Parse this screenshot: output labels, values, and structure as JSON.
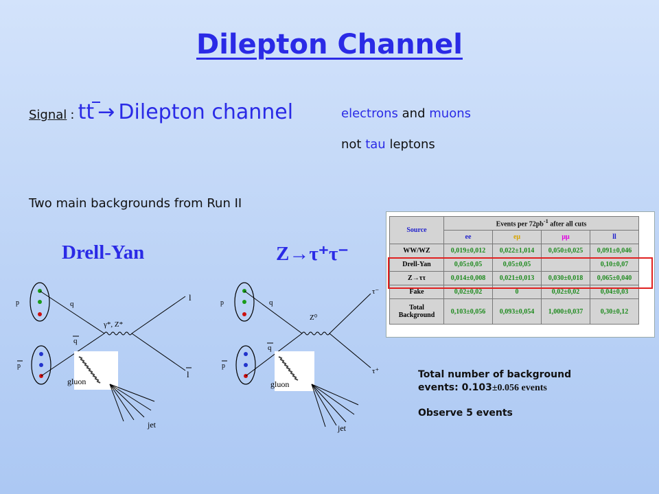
{
  "title": "Dilepton Channel",
  "signal": {
    "label": "Signal",
    "colon": ":",
    "tt": "tt",
    "arrow": "→",
    "channel": "Dilepton  channel"
  },
  "leptons": {
    "line1": {
      "word1": "electrons",
      "and": "and",
      "word2": "muons"
    },
    "line2": {
      "not": "not",
      "tau": "tau",
      "leptons": "leptons"
    }
  },
  "backgrounds_heading": "Two main backgrounds from Run II",
  "diagram_labels": {
    "drell_yan": "Drell-Yan",
    "ztautau": "Z→τ⁺τ⁻"
  },
  "diagram1": {
    "p": "p",
    "pbar": "p",
    "q": "q",
    "qbar": "q",
    "boson": "γ*, Z*",
    "lepton": "l",
    "antilepton": "l",
    "gluon": "gluon",
    "jet": "jet"
  },
  "diagram2": {
    "p": "p",
    "pbar": "p",
    "q": "q",
    "qbar": "q",
    "boson": "Z⁰",
    "tau_minus": "τ⁻",
    "tau_plus": "τ⁺",
    "gluon": "gluon",
    "jet": "jet"
  },
  "table": {
    "source_header": "Source",
    "events_header_pre": "Events per 72",
    "events_header_unit": "pb",
    "events_header_exp": "-1",
    "events_header_post": " after all cuts",
    "columns": [
      "ee",
      "eμ",
      "μμ",
      "ll"
    ],
    "rows": [
      {
        "name": "WW/WZ",
        "values": [
          "0,019±0,012",
          "0,022±1,014",
          "0,050±0,025",
          "0,091±0,046"
        ]
      },
      {
        "name": "Drell-Yan",
        "values": [
          "0,05±0,05",
          "0,05±0,05",
          "",
          "0,10±0,07"
        ]
      },
      {
        "name": "Z→ττ",
        "values": [
          "0,014±0,008",
          "0,021±0,013",
          "0,030±0,018",
          "0,065±0,040"
        ]
      },
      {
        "name": "Fake",
        "values": [
          "0,02±0,02",
          "0",
          "0,02±0,02",
          "0,04±0,03"
        ]
      },
      {
        "name": "Total Background",
        "values": [
          "0,103±0,056",
          "0,093±0,054",
          "1,000±0,037",
          "0,30±0,12"
        ]
      }
    ]
  },
  "summary": {
    "total_pre": "Total number of background",
    "total_mid": "events: 0.103",
    "total_err": "±0.056 events",
    "observe": "Observe 5 events"
  },
  "colors": {
    "title_blue": "#2a2ae6",
    "table_green": "#1d8a1d",
    "highlight_red": "#e02020",
    "ee_col": "#2222cc",
    "emu_col": "#d6a400",
    "mumu_col": "#e000e0",
    "ll_col": "#2222cc"
  }
}
